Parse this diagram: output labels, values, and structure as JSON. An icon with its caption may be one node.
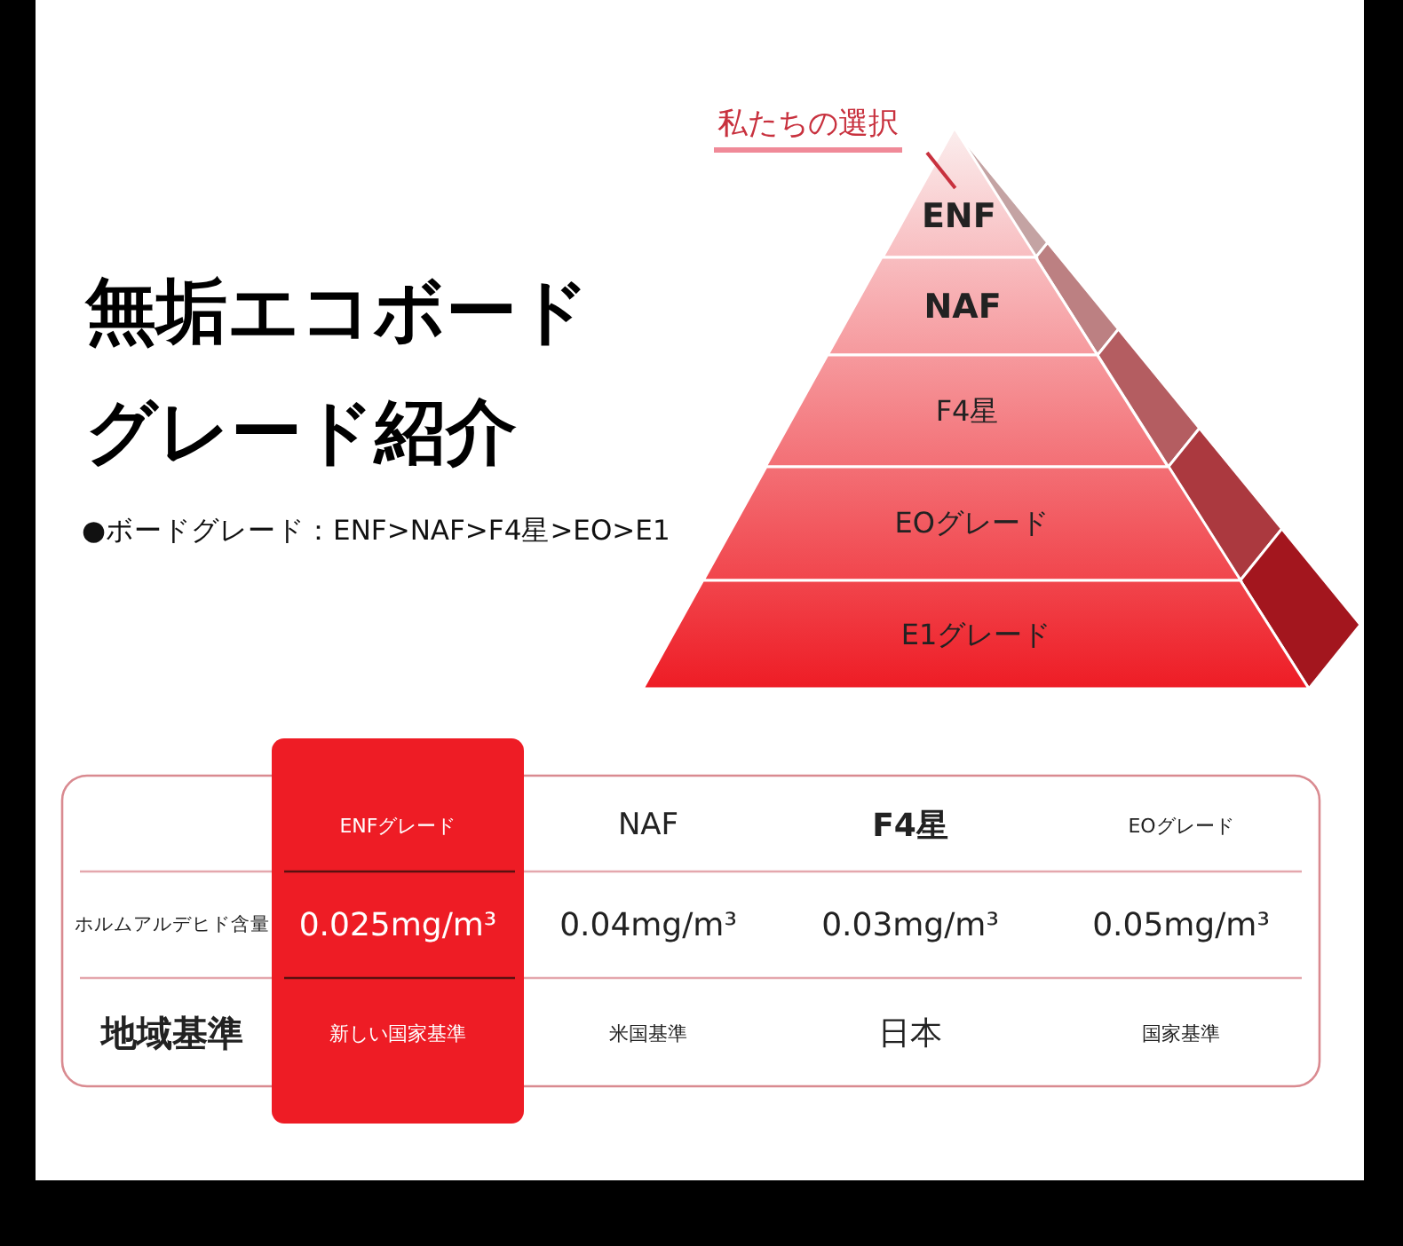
{
  "diagram": {
    "title": "無垢エコボードグレード紹介",
    "nodes": [
      {
        "text": [
          "私たちの選択"
        ]
      },
      {
        "text": [
          "ENF"
        ]
      },
      {
        "text": [
          "NAF"
        ]
      },
      {
        "text": [
          "F4星"
        ]
      },
      {
        "text": [
          "EOグレード"
        ]
      },
      {
        "text": [
          "E1グレード"
        ]
      }
    ],
    "edges": [
      {
        "from": 0,
        "to": 1,
        "arrow": "none",
        "color": "#c8313e"
      }
    ],
    "labels": [
      "●ボードグレード：ENF>NAF>F4星>EO>E1",
      "ENFグレード",
      "NAF",
      "F4星",
      "EOグレード",
      "ホルムアルデヒド含量",
      "0.025mg/m³",
      "0.04mg/m³",
      "0.03mg/m³",
      "0.05mg/m³",
      "地域基準",
      "新しい国家基準",
      "米国基準",
      "日本",
      "国家基準"
    ]
  }
}
